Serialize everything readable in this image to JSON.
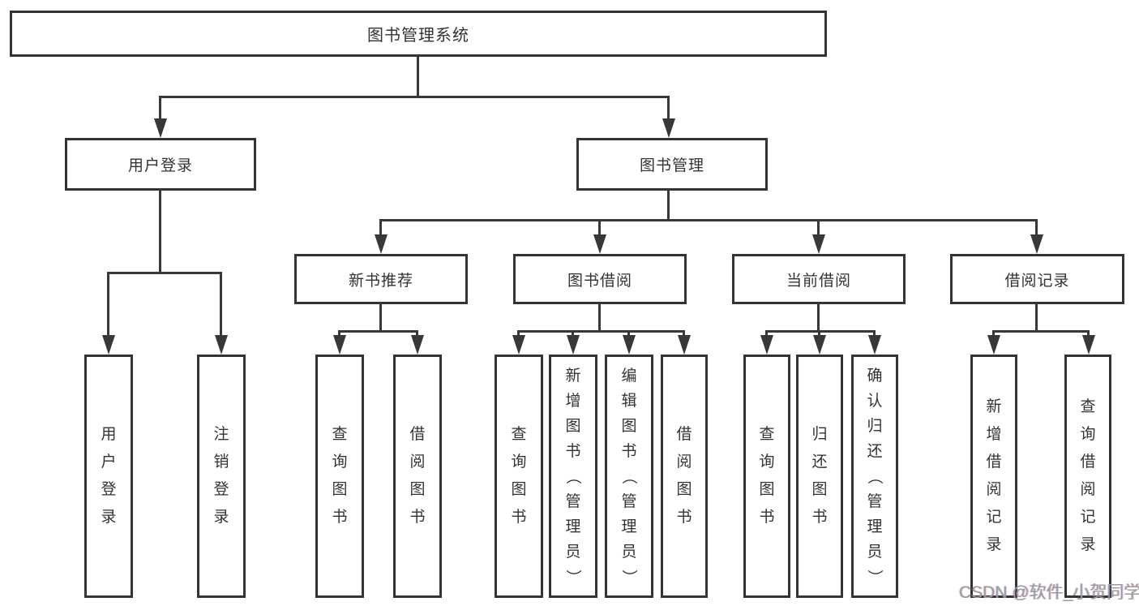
{
  "diagram": {
    "root": {
      "label": "图书管理系统"
    },
    "level2": [
      {
        "label": "用户登录"
      },
      {
        "label": "图书管理"
      }
    ],
    "level3": [
      {
        "label": "新书推荐"
      },
      {
        "label": "图书借阅"
      },
      {
        "label": "当前借阅"
      },
      {
        "label": "借阅记录"
      }
    ],
    "leaves": {
      "user_login": [
        "用户登录",
        "注销登录"
      ],
      "new_books": [
        "查询图书",
        "借阅图书"
      ],
      "book_borrow": [
        "查询图书",
        "新增图书（管理员）",
        "编辑图书（管理员）",
        "借阅图书"
      ],
      "current_borrow": [
        "查询图书",
        "归还图书",
        "确认归还（管理员）"
      ],
      "borrow_records": [
        "新增借阅记录",
        "查询借阅记录"
      ]
    }
  },
  "watermark": "CSDN @软件_小贺同学",
  "colors": {
    "line": "#383838",
    "box_border": "#343434",
    "text": "#333333",
    "watermark": "#9b9b9b",
    "background": "#ffffff"
  }
}
